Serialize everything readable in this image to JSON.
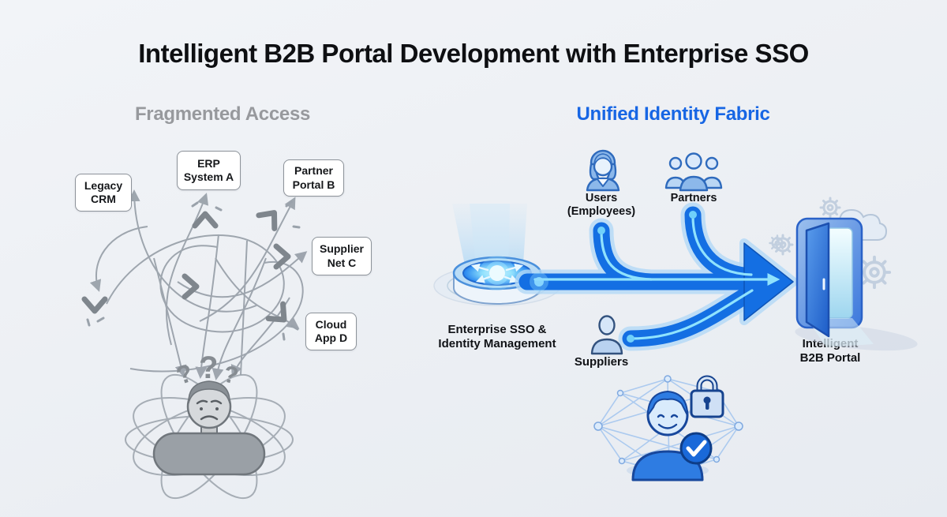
{
  "title": "Intelligent B2B Portal Development with Enterprise SSO",
  "left": {
    "heading": "Fragmented Access",
    "systems": [
      "Legacy CRM",
      "ERP System A",
      "Partner Portal B",
      "Supplier Net C",
      "Cloud App D"
    ],
    "qmarks": [
      "?",
      "?",
      "?"
    ]
  },
  "right": {
    "heading": "Unified Identity Fabric",
    "actors": [
      {
        "label": "Users (Employees)"
      },
      {
        "label": "Partners"
      },
      {
        "label": "Suppliers"
      }
    ],
    "hub_label": "Enterprise SSO & Identity Management",
    "portal_label": "Intelligent B2B Portal"
  },
  "icons": {
    "confused-person-icon": "frowning person in tangled orbits",
    "broken-link-chevron-icon": "cracked chevron connector",
    "woman-user-icon": "female employee bust",
    "partners-group-icon": "three-person group",
    "supplier-person-icon": "single person bust",
    "sso-hub-icon": "glowing identity hub disc with light beam",
    "flow-arrow-icon": "merging pipes into right arrow",
    "portal-door-icon": "open glowing doorway",
    "gear-icon": "cog",
    "cloud-icon": "cloud",
    "padlock-icon": "lock",
    "check-badge-icon": "verified checkmark badge",
    "security-mesh-icon": "network mesh"
  },
  "colors": {
    "background": "#edf0f4",
    "title": "#0e0f12",
    "muted_heading": "#97999d",
    "accent_blue": "#1766e4",
    "pipe_blue": "#146fe3",
    "pipe_core": "#96e9ff",
    "line_gray": "#9aa2ab",
    "icon_fill": "#8cb8ea",
    "icon_stroke": "#2f6bbd",
    "gear_gray": "#c2cfdf"
  }
}
